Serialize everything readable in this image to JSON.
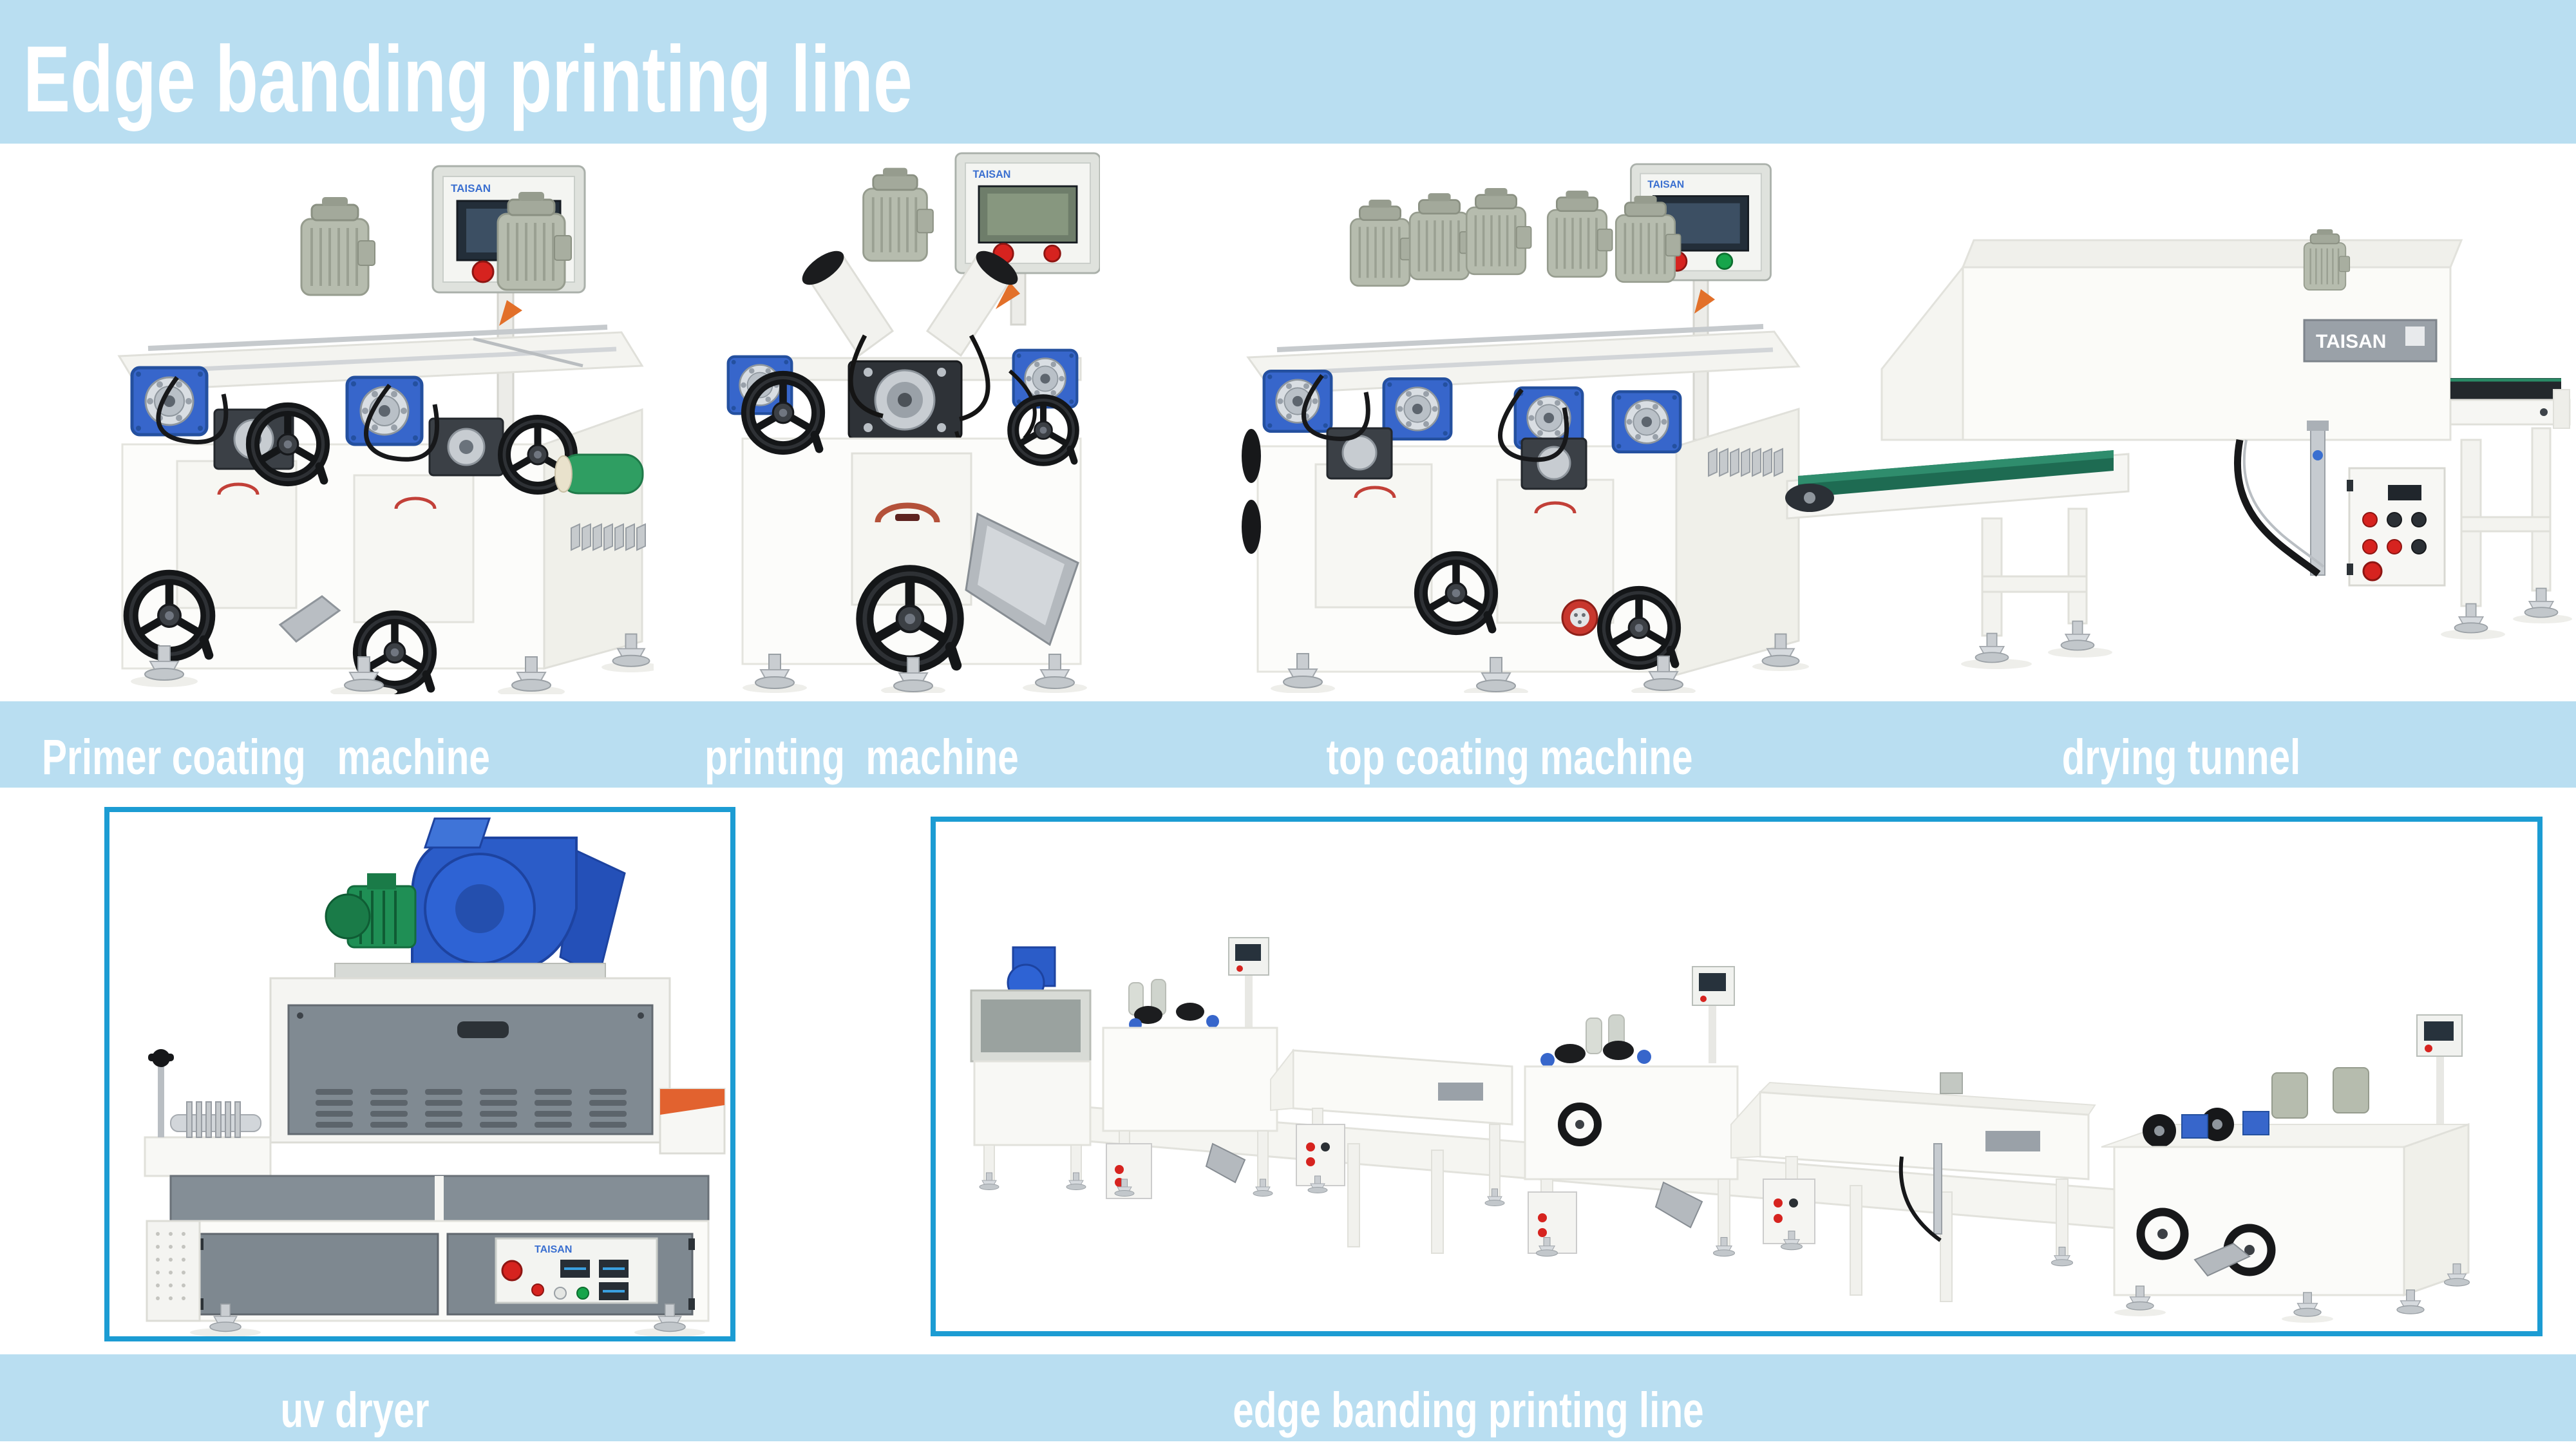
{
  "header": {
    "title": "Edge banding printing line"
  },
  "top_sections": [
    {
      "id": "primer-coating-machine",
      "label": "Primer coating   machine"
    },
    {
      "id": "printing-machine",
      "label": "printing  machine"
    },
    {
      "id": "top-coating-machine",
      "label": "top coating machine"
    },
    {
      "id": "drying-tunnel",
      "label": "drying tunnel"
    }
  ],
  "bottom_sections": [
    {
      "id": "uv-dryer",
      "label": "uv dryer"
    },
    {
      "id": "edge-banding-printing-line",
      "label": "edge banding printing line"
    }
  ],
  "brand": {
    "name": "TAISAN"
  },
  "colors": {
    "band_background": "#b9def1",
    "frame_border": "#1c9cd3",
    "title_text": "#ffffff",
    "label_text": "#ffffff",
    "machine_body_white": "#fbfbf8",
    "gearbox_blue": "#3766cb",
    "handwheel_black": "#17181a",
    "motor_gray": "#b6bcae",
    "hmi_button_red": "#d6231f",
    "hmi_button_green": "#17a54b",
    "roller_green": "#2f9e62",
    "conveyor_belt_green": "#1e6b52",
    "blower_blue": "#2b5cc8",
    "brand_blue": "#3a6fd0"
  }
}
